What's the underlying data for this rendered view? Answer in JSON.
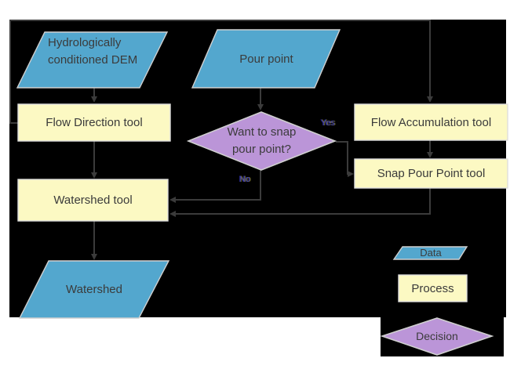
{
  "flowchart": {
    "nodes": {
      "dem": "Hydrologically conditioned DEM",
      "pour_point": "Pour point",
      "flow_direction": "Flow Direction tool",
      "flow_accumulation": "Flow Accumulation tool",
      "snap_pour_point": "Snap Pour Point tool",
      "watershed_tool": "Watershed tool",
      "watershed": "Watershed"
    },
    "decision": {
      "question": "Want to snap pour point?",
      "yes": "Yes",
      "no": "No"
    }
  },
  "legend": {
    "data": "Data",
    "process": "Process",
    "decision": "Decision"
  },
  "colors": {
    "canvas_bg": "#000000",
    "page_bg": "#ffffff",
    "data_fill": "#53a7ce",
    "process_fill": "#fcf9c3",
    "decision_fill": "#bb95d8",
    "connector": "#3b3b3b",
    "text": "#3b3b3b",
    "shape_stroke": "#cfcfcf",
    "branch_label": "#46469e"
  }
}
